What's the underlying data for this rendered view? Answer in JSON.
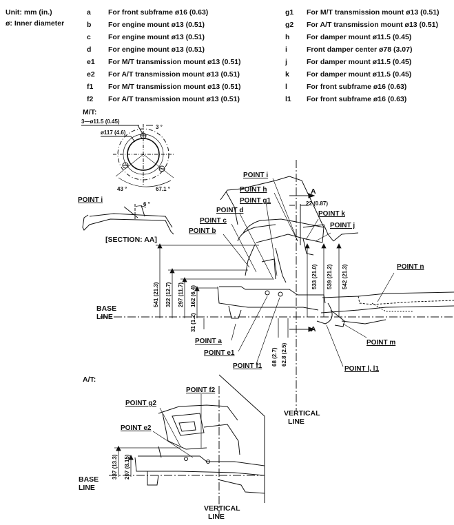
{
  "header": {
    "unit": "Unit: mm (in.)",
    "inner_diameter": "ø: Inner diameter"
  },
  "legend_left": [
    {
      "code": "a",
      "text": "For front subframe ø16 (0.63)"
    },
    {
      "code": "b",
      "text": "For engine mount ø13 (0.51)"
    },
    {
      "code": "c",
      "text": "For engine mount ø13 (0.51)"
    },
    {
      "code": "d",
      "text": "For engine mount ø13 (0.51)"
    },
    {
      "code": "e1",
      "text": "For M/T transmission mount ø13 (0.51)"
    },
    {
      "code": "e2",
      "text": "For A/T transmission mount ø13 (0.51)"
    },
    {
      "code": "f1",
      "text": "For M/T transmission mount ø13 (0.51)"
    },
    {
      "code": "f2",
      "text": "For A/T transmission mount ø13 (0.51)"
    }
  ],
  "legend_right": [
    {
      "code": "g1",
      "text": "For M/T transmission mount ø13 (0.51)"
    },
    {
      "code": "g2",
      "text": "For A/T transmission mount ø13 (0.51)"
    },
    {
      "code": "h",
      "text": "For damper mount ø11.5 (0.45)"
    },
    {
      "code": "i",
      "text": "Front damper center ø78 (3.07)"
    },
    {
      "code": "j",
      "text": "For damper mount ø11.5 (0.45)"
    },
    {
      "code": "k",
      "text": "For damper mount ø11.5 (0.45)"
    },
    {
      "code": "l",
      "text": "For front subframe ø16 (0.63)"
    },
    {
      "code": "l1",
      "text": "For front subframe ø16 (0.63)"
    }
  ],
  "mt_detail": {
    "label": "M/T:",
    "hole_spec": "3—ø11.5 (0.45)",
    "bore_spec": "ø117 (4.6)",
    "angle_top": "3 °",
    "angle_left": "43 °",
    "angle_right": "67.1 °",
    "point_i": "POINT i",
    "section_angle": "6 °",
    "section_label": "[SECTION: AA]"
  },
  "main_points": {
    "i": "POINT i",
    "h": "POINT h",
    "g1": "POINT g1",
    "d": "POINT d",
    "c": "POINT c",
    "b": "POINT b",
    "k": "POINT k",
    "j": "POINT j",
    "n": "POINT n",
    "m": "POINT m",
    "l": "POINT l, l1",
    "a": "POINT a",
    "e1": "POINT e1",
    "f1": "POINT f1"
  },
  "section_marks": {
    "a_top": "A",
    "a_bottom": "A",
    "offset": "22 (0.87)"
  },
  "dims_left": [
    "541 (21.3)",
    "322 (12.7)",
    "297 (11.7)",
    "162 (6.4)",
    "31 (1.2)"
  ],
  "dims_right": [
    "533 (21.0)",
    "539 (21.2)",
    "542 (21.3)"
  ],
  "dims_bottom": [
    "68 (2.7)",
    "62.8 (2.5)"
  ],
  "lines": {
    "base_1": "BASE",
    "base_2": "LINE",
    "vertical_1": "VERTICAL",
    "vertical_2": "LINE"
  },
  "at_detail": {
    "label": "A/T:",
    "point_f2": "POINT f2",
    "point_g2": "POINT g2",
    "point_e2": "POINT e2",
    "dims": [
      "337 (13.3)",
      "207 (8.15)"
    ],
    "base_1": "BASE",
    "base_2": "LINE",
    "vertical_1": "VERTICAL",
    "vertical_2": "LINE"
  }
}
